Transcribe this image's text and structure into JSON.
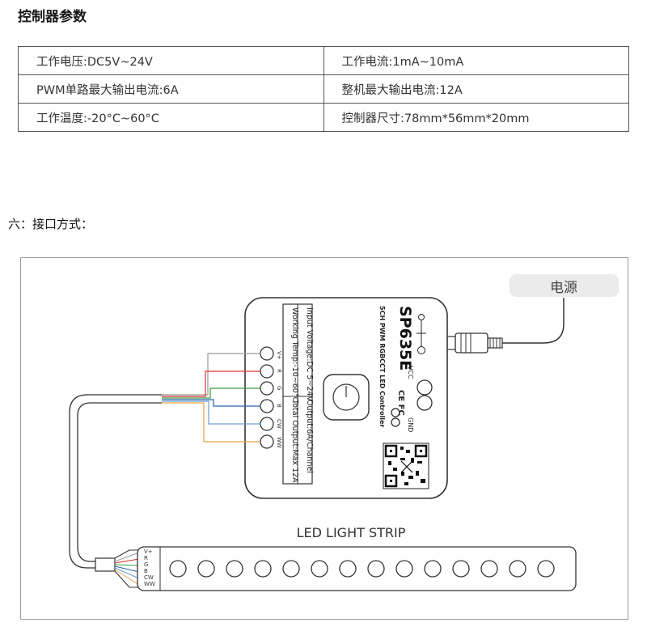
{
  "header": {
    "title": "控制器参数"
  },
  "params": {
    "rows": [
      [
        "工作电压:DC5V~24V",
        "工作电流:1mA~10mA"
      ],
      [
        "PWM单路最大输出电流:6A",
        "整机最大输出电流:12A"
      ],
      [
        "工作温度:-20°C~60°C",
        "控制器尺寸:78mm*56mm*20mm"
      ]
    ]
  },
  "section": {
    "title": "六：接口方式："
  },
  "diagram": {
    "power_label": "电源",
    "device": {
      "model": "SP635E",
      "subtitle": "5CH PWM RGBCCT LED Controller",
      "spec_line1": "Input Voltage:DC 5~24V",
      "spec_line2": "Output:6A/Channel",
      "spec_line3": "Working Temp:-10~60°C",
      "spec_line4": "Total Output:Max 12A",
      "vcc_label": "VCC",
      "gnd_label": "GND",
      "cert_marks": "CE FC",
      "terminals": [
        "V+",
        "R",
        "G",
        "B",
        "CW",
        "WW"
      ]
    },
    "strip": {
      "label": "LED LIGHT STRIP",
      "pins": [
        "V+",
        "R",
        "G",
        "B",
        "CW",
        "WW"
      ]
    }
  }
}
